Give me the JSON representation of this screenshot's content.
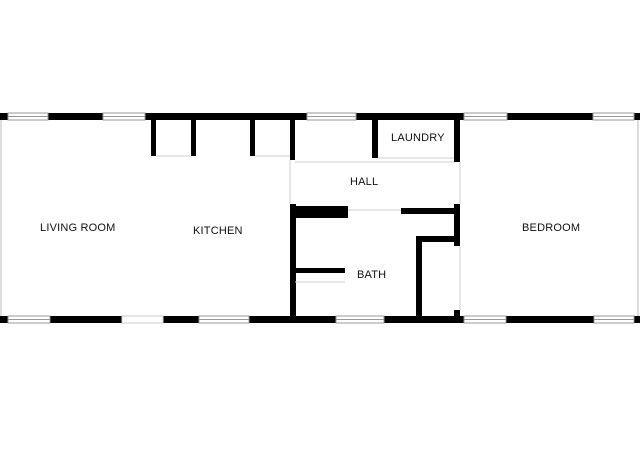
{
  "rooms": {
    "living_room": "LIVING ROOM",
    "kitchen": "KITCHEN",
    "hall": "HALL",
    "laundry": "LAUNDRY",
    "bath": "BATH",
    "bedroom": "BEDROOM"
  },
  "colors": {
    "wall": "#000000",
    "window_frame": "#9a9a9a",
    "window_glass": "#ffffff",
    "opening": "#c8c8c8",
    "background": "#ffffff"
  }
}
